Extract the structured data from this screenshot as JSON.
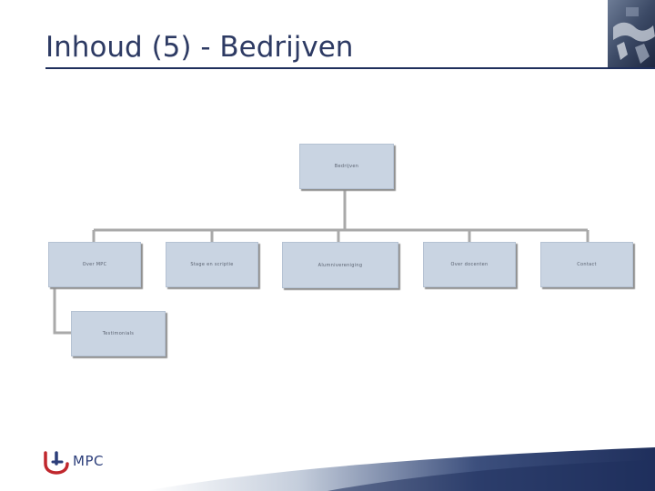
{
  "slide": {
    "title": "Inhoud (5) - Bedrijven"
  },
  "org_chart": {
    "root": {
      "label": "Bedrijven"
    },
    "children": [
      {
        "label": "Over MPC"
      },
      {
        "label": "Stage en scriptie"
      },
      {
        "label": "Alumnivereniging"
      },
      {
        "label": "Over docenten"
      },
      {
        "label": "Contact"
      }
    ],
    "grandchildren": [
      {
        "label": "Testimonials",
        "parent": "Over MPC"
      }
    ]
  },
  "branding": {
    "logo_text": "MPC",
    "accent_color": "#1f2f5c",
    "node_fill": "#c9d4e2",
    "connector_color": "#a9a9a9",
    "logo_red": "#c0272d"
  }
}
